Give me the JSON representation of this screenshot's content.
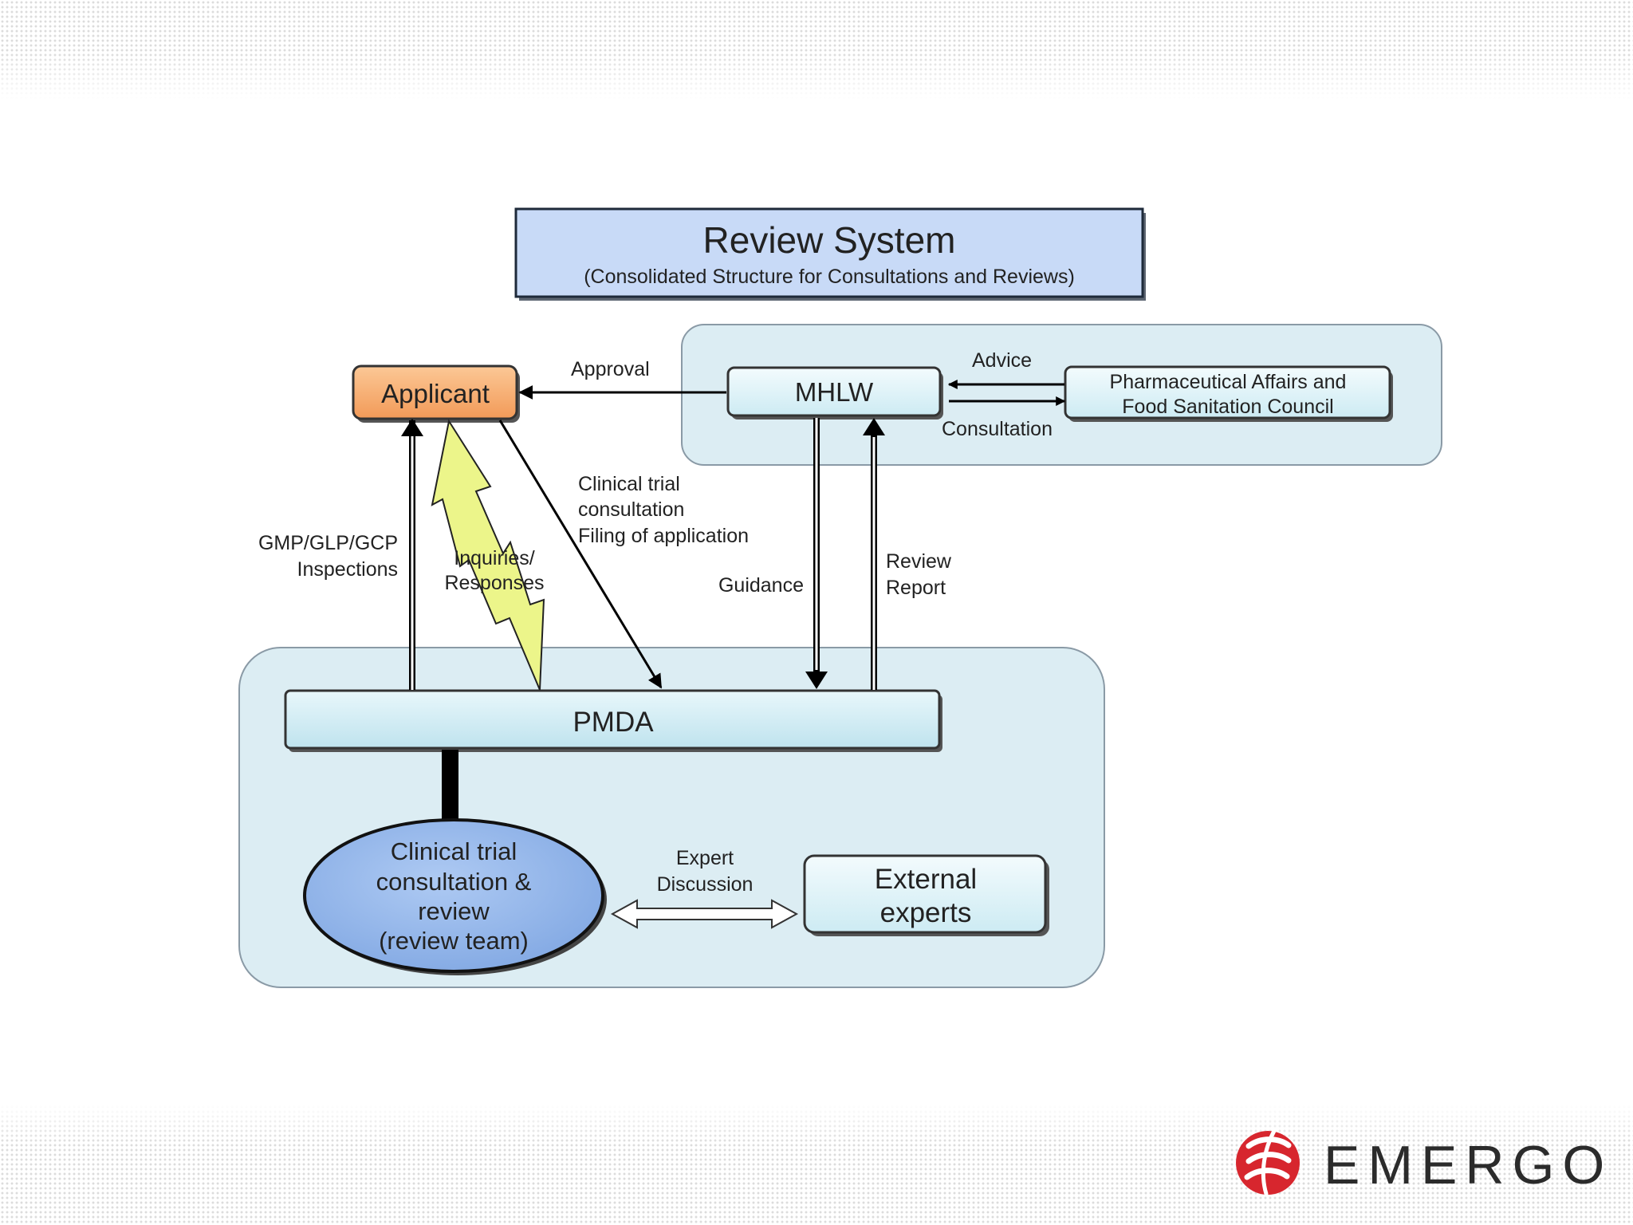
{
  "title": {
    "main": "Review System",
    "sub": "(Consolidated Structure for Consultations and Reviews)"
  },
  "nodes": {
    "applicant": "Applicant",
    "mhlw": "MHLW",
    "council_line1": "Pharmaceutical Affairs and",
    "council_line2": "Food Sanitation Council",
    "pmda": "PMDA",
    "team_line1": "Clinical trial",
    "team_line2": "consultation &",
    "team_line3": "review",
    "team_line4": "(review team)",
    "experts_line1": "External",
    "experts_line2": "experts"
  },
  "edges": {
    "approval": "Approval",
    "advice": "Advice",
    "consultation": "Consultation",
    "filing_line1": "Clinical trial",
    "filing_line2": "consultation",
    "filing_line3": "Filing of application",
    "inspections_line1": "GMP/GLP/GCP",
    "inspections_line2": "Inspections",
    "inquiries_line1": "Inquiries/",
    "inquiries_line2": "Responses",
    "guidance": "Guidance",
    "review_report_line1": "Review",
    "review_report_line2": "Report",
    "expert_discussion_line1": "Expert",
    "expert_discussion_line2": "Discussion"
  },
  "brand": {
    "name": "EMERGO",
    "logo_color": "#d7262e"
  },
  "colors": {
    "title_fill": "#c8daf7",
    "node_fill": "#e3f6fb",
    "group_fill": "#dcedf3",
    "applicant_fill": "#f7b27a",
    "team_fill": "#97b9ec",
    "inquiry_arrow": "#ecf58a"
  }
}
